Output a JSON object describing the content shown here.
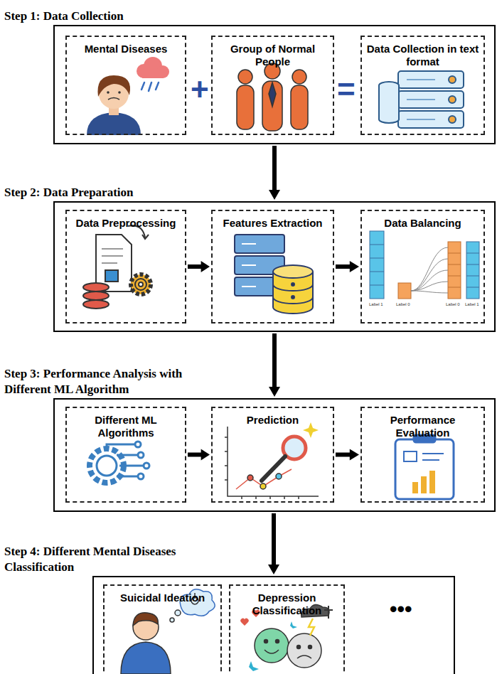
{
  "diagram": {
    "nodes": [
      {
        "text": [
          "Step 1: Data Collection"
        ]
      },
      {
        "text": [
          "Mental Diseases"
        ],
        "in": 0
      },
      {
        "text": [
          "Group of Normal People"
        ],
        "in": 0
      },
      {
        "text": [
          "Data Collection in text format"
        ],
        "in": 0
      },
      {
        "text": [
          "Step 2: Data Preparation"
        ]
      },
      {
        "text": [
          "Data Preprocessing"
        ],
        "in": 4
      },
      {
        "text": [
          "Features Extraction"
        ],
        "in": 4
      },
      {
        "text": [
          "Data Balancing"
        ],
        "in": 4
      },
      {
        "text": [
          "Step 3: Performance Analysis with Different ML Algorithm"
        ]
      },
      {
        "text": [
          "Different ML Algorithms"
        ],
        "in": 8
      },
      {
        "text": [
          "Prediction"
        ],
        "in": 8
      },
      {
        "text": [
          "Performance Evaluation"
        ],
        "in": 8
      },
      {
        "text": [
          "Step 4: Different Mental Diseases Classification"
        ]
      },
      {
        "text": [
          "Suicidal Ideation"
        ],
        "in": 12
      },
      {
        "text": [
          "Depression Classification"
        ],
        "in": 12
      }
    ],
    "edges": [
      {
        "from": 0,
        "to": 4,
        "arrow": "to"
      },
      {
        "from": 5,
        "to": 6,
        "arrow": "to"
      },
      {
        "from": 6,
        "to": 7,
        "arrow": "to"
      },
      {
        "from": 4,
        "to": 8,
        "arrow": "to"
      },
      {
        "from": 9,
        "to": 10,
        "arrow": "to"
      },
      {
        "from": 10,
        "to": 11,
        "arrow": "to"
      },
      {
        "from": 8,
        "to": 12,
        "arrow": "to"
      }
    ],
    "labels": [
      "+",
      "=",
      "Label 1",
      "Label 0",
      "Label 0",
      "Label 1",
      "•••"
    ]
  }
}
